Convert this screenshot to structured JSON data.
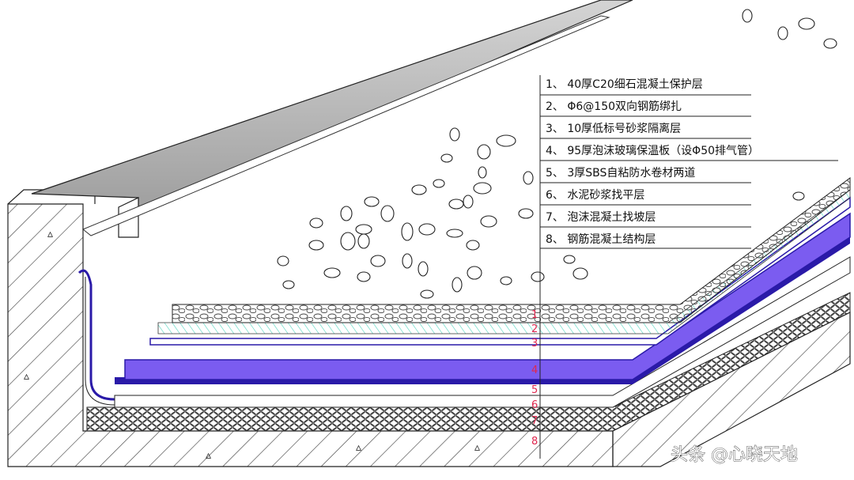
{
  "legend": {
    "items": [
      {
        "label": "1、 40厚C20细石混凝土保护层"
      },
      {
        "label": "2、 Φ6@150双向钢筋绑扎"
      },
      {
        "label": "3、 10厚低标号砂浆隔离层"
      },
      {
        "label": "4、 95厚泡沫玻璃保温板（设Φ50排气管）"
      },
      {
        "label": "5、 3厚SBS自粘防水卷材两道"
      },
      {
        "label": "6、 水泥砂浆找平层"
      },
      {
        "label": "7、 泡沫混凝土找坡层"
      },
      {
        "label": "8、 钢筋混凝土结构层"
      }
    ]
  },
  "markers": [
    "1",
    "2",
    "3",
    "4",
    "5",
    "6",
    "7",
    "8"
  ],
  "watermark": "头条 @心晓天地",
  "colors": {
    "insulation": "#7b5cf0",
    "membrane": "#2a1aa8",
    "mesh": "#40d0b8",
    "marker": "#e0274f",
    "gutter_top": "#b8b8b8"
  }
}
